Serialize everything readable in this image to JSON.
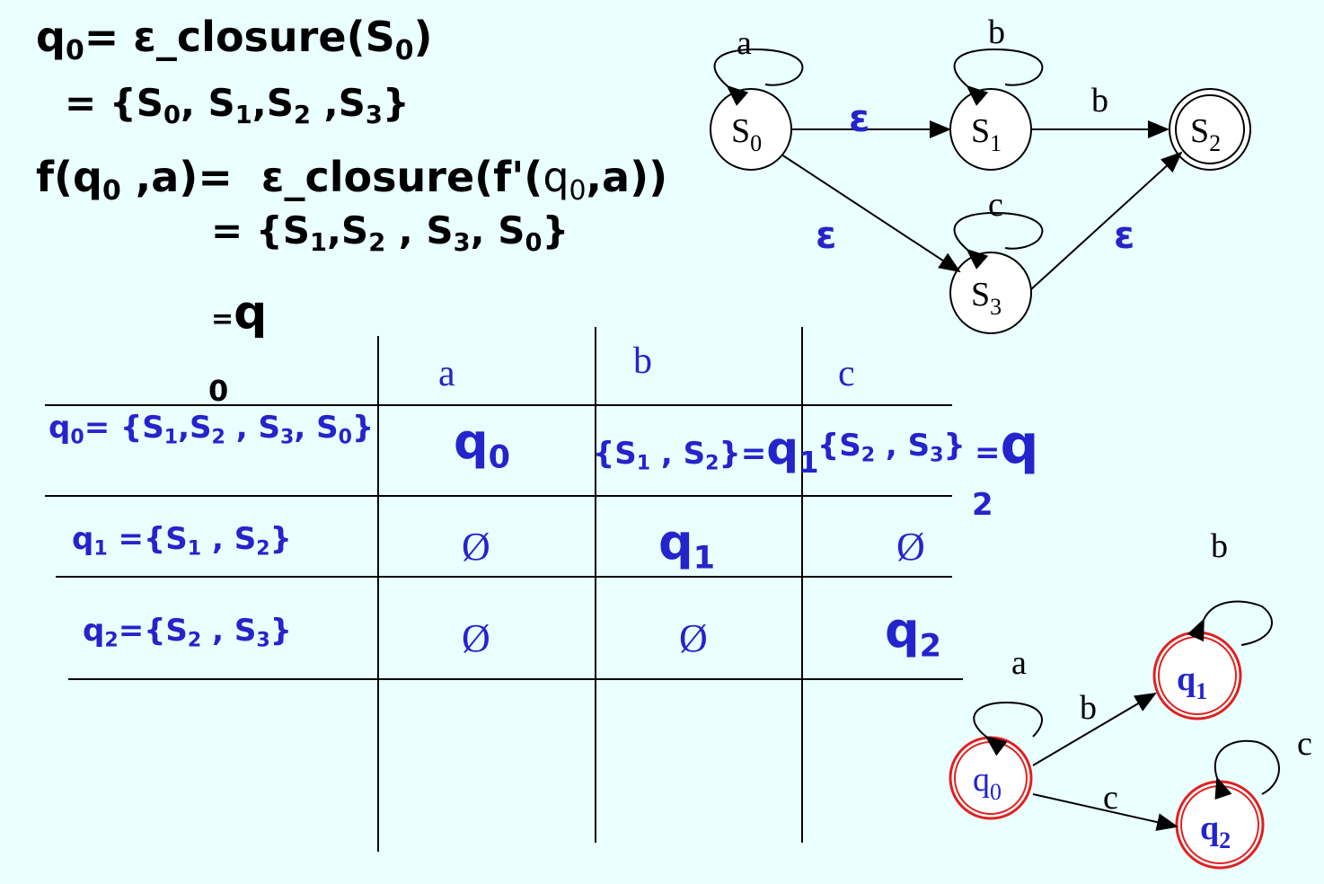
{
  "equations": {
    "line1": "q₀= ε_closure(S₀)",
    "line2": "= {S₀, S₁,S₂ ,S₃}",
    "line3": "f(q₀ ,a)=  ε_closure(f'(q₀,a))",
    "line4": "= {S₁,S₂ , S₃, S₀}",
    "line5_eq": "=q",
    "line5_sub": "0"
  },
  "table": {
    "headers": [
      "a",
      "b",
      "c"
    ],
    "rows": [
      {
        "state": "q₀= {S₁,S₂ , S₃, S₀}",
        "a": "q₀",
        "b": "{S₁ , S₂}=q₁",
        "c": "{S₂ , S₃}"
      },
      {
        "state": "q₁ ={S₁ , S₂}",
        "a": "Ø",
        "b": "q₁",
        "c": "Ø"
      },
      {
        "state": "q₂={S₂ , S₃}",
        "a": "Ø",
        "b": "Ø",
        "c": "q₂"
      }
    ],
    "trailing_eq": "=q",
    "trailing_sub": "2"
  },
  "nfa": {
    "nodes": [
      "S0",
      "S1",
      "S2",
      "S3"
    ],
    "edges": [
      {
        "from": "S0",
        "to": "S0",
        "label": "a"
      },
      {
        "from": "S1",
        "to": "S1",
        "label": "b"
      },
      {
        "from": "S3",
        "to": "S3",
        "label": "c"
      },
      {
        "from": "S0",
        "to": "S1",
        "label": "ε"
      },
      {
        "from": "S0",
        "to": "S3",
        "label": "ε"
      },
      {
        "from": "S1",
        "to": "S2",
        "label": "b"
      },
      {
        "from": "S3",
        "to": "S2",
        "label": "ε"
      }
    ],
    "accepting": [
      "S2"
    ]
  },
  "dfa": {
    "nodes": [
      "q0",
      "q1",
      "q2"
    ],
    "edges": [
      {
        "from": "q0",
        "to": "q0",
        "label": "a"
      },
      {
        "from": "q1",
        "to": "q1",
        "label": "b"
      },
      {
        "from": "q2",
        "to": "q2",
        "label": "c"
      },
      {
        "from": "q0",
        "to": "q1",
        "label": "b"
      },
      {
        "from": "q0",
        "to": "q2",
        "label": "c"
      }
    ],
    "node_color": "#e02020"
  }
}
